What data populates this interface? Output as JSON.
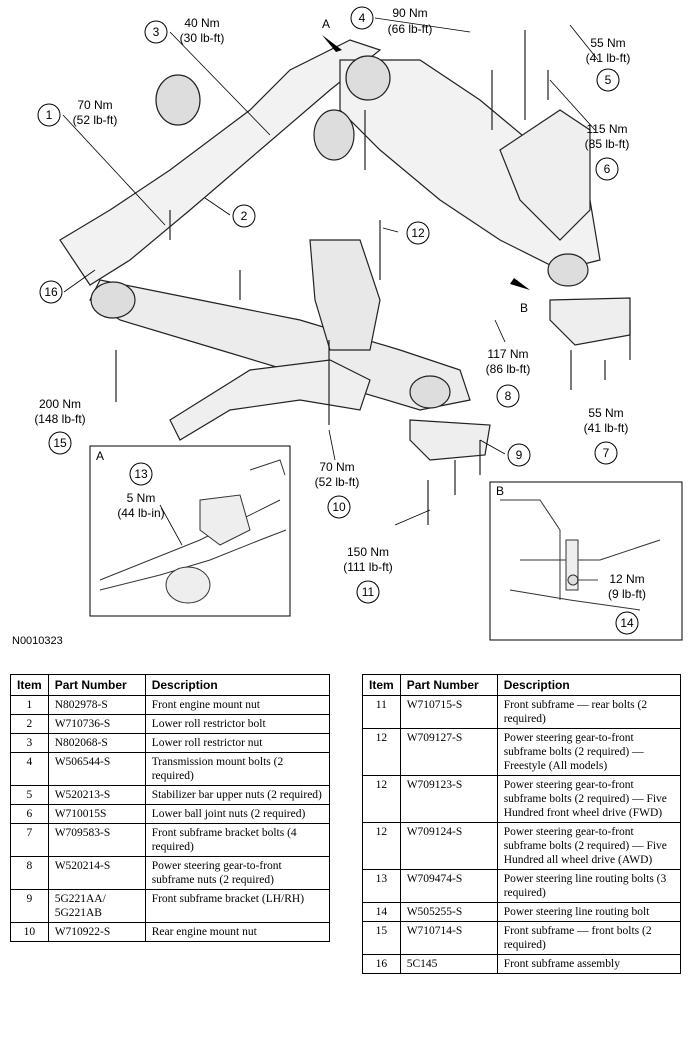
{
  "diagram": {
    "figure_id": "N0010323",
    "view_labels": [
      "A",
      "B"
    ],
    "callouts": [
      {
        "num": "1",
        "torque": [
          "70 Nm",
          "(52 lb-ft)"
        ]
      },
      {
        "num": "2",
        "torque": []
      },
      {
        "num": "3",
        "torque": [
          "40 Nm",
          "(30 lb-ft)"
        ]
      },
      {
        "num": "4",
        "torque": [
          "90 Nm",
          "(66 lb-ft)"
        ]
      },
      {
        "num": "5",
        "torque": [
          "55 Nm",
          "(41 lb-ft)"
        ]
      },
      {
        "num": "6",
        "torque": [
          "115 Nm",
          "(85 lb-ft)"
        ]
      },
      {
        "num": "7",
        "torque": [
          "55 Nm",
          "(41 lb-ft)"
        ]
      },
      {
        "num": "8",
        "torque": [
          "117 Nm",
          "(86 lb-ft)"
        ]
      },
      {
        "num": "9",
        "torque": []
      },
      {
        "num": "10",
        "torque": [
          "70 Nm",
          "(52 lb-ft)"
        ]
      },
      {
        "num": "11",
        "torque": [
          "150 Nm",
          "(111 lb-ft)"
        ]
      },
      {
        "num": "12",
        "torque": []
      },
      {
        "num": "13",
        "torque": [
          "5 Nm",
          "(44 lb-in)"
        ]
      },
      {
        "num": "14",
        "torque": [
          "12 Nm",
          "(9 lb-ft)"
        ]
      },
      {
        "num": "15",
        "torque": [
          "200 Nm",
          "(148 lb-ft)"
        ]
      },
      {
        "num": "16",
        "torque": []
      }
    ]
  },
  "table": {
    "headers": [
      "Item",
      "Part Number",
      "Description"
    ],
    "left_rows": [
      {
        "item": "1",
        "part": "N802978-S",
        "desc": "Front engine mount nut"
      },
      {
        "item": "2",
        "part": "W710736-S",
        "desc": "Lower roll restrictor bolt"
      },
      {
        "item": "3",
        "part": "N802068-S",
        "desc": "Lower roll restrictor nut"
      },
      {
        "item": "4",
        "part": "W506544-S",
        "desc": "Transmission mount bolts (2 required)"
      },
      {
        "item": "5",
        "part": "W520213-S",
        "desc": "Stabilizer bar upper nuts (2 required)"
      },
      {
        "item": "6",
        "part": "W710015S",
        "desc": "Lower ball joint nuts (2 required)"
      },
      {
        "item": "7",
        "part": "W709583-S",
        "desc": "Front subframe bracket bolts (4 required)"
      },
      {
        "item": "8",
        "part": "W520214-S",
        "desc": "Power steering gear-to-front subframe nuts (2 required)"
      },
      {
        "item": "9",
        "part": "5G221AA/ 5G221AB",
        "desc": "Front subframe bracket (LH/RH)"
      },
      {
        "item": "10",
        "part": "W710922-S",
        "desc": "Rear engine mount nut"
      }
    ],
    "right_rows": [
      {
        "item": "11",
        "part": "W710715-S",
        "desc": "Front subframe — rear bolts (2 required)"
      },
      {
        "item": "12",
        "part": "W709127-S",
        "desc": "Power steering gear-to-front subframe bolts (2 required) — Freestyle (All models)"
      },
      {
        "item": "12",
        "part": "W709123-S",
        "desc": "Power steering gear-to-front subframe bolts (2 required) — Five Hundred front wheel drive (FWD)"
      },
      {
        "item": "12",
        "part": "W709124-S",
        "desc": "Power steering gear-to-front subframe bolts (2 required) — Five Hundred all wheel drive (AWD)"
      },
      {
        "item": "13",
        "part": "W709474-S",
        "desc": "Power steering line routing bolts (3 required)"
      },
      {
        "item": "14",
        "part": "W505255-S",
        "desc": "Power steering line routing bolt"
      },
      {
        "item": "15",
        "part": "W710714-S",
        "desc": "Front subframe — front bolts (2 required)"
      },
      {
        "item": "16",
        "part": "5C145",
        "desc": "Front subframe assembly"
      }
    ]
  }
}
